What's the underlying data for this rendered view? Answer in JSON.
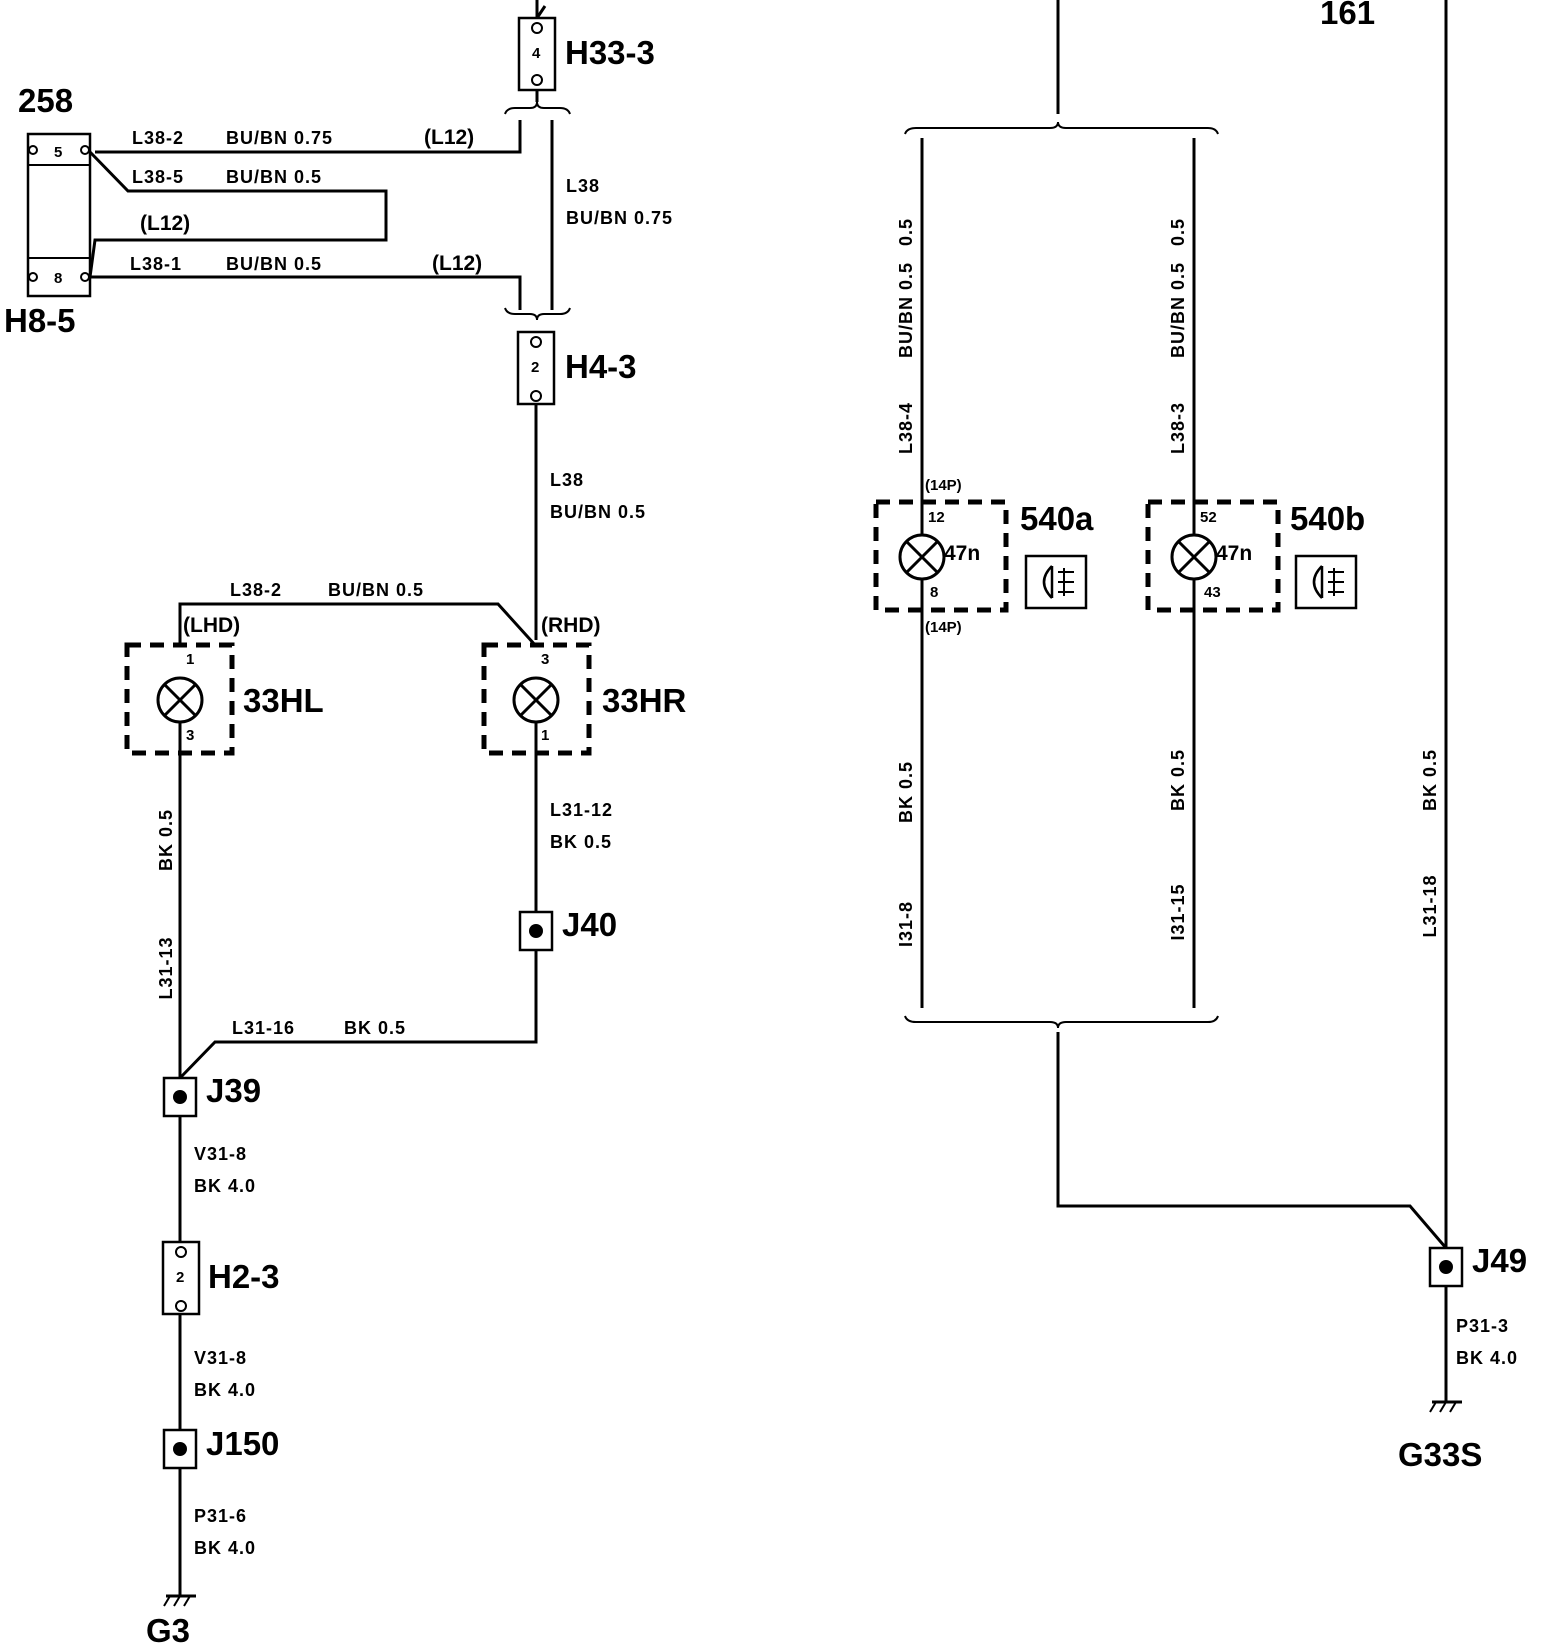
{
  "components": {
    "c258": "258",
    "h8_5": "H8-5",
    "h8_5_pin5": "5",
    "h8_5_pin8": "8",
    "h33_3": "H33-3",
    "h33_3_pin": "4",
    "h4_3": "H4-3",
    "h4_3_pin": "2",
    "h2_3": "H2-3",
    "h2_3_pin": "2",
    "lamp_33hl": "33HL",
    "lamp_33hr": "33HR",
    "lhd": "(LHD)",
    "rhd": "(RHD)",
    "hl_pin_top": "1",
    "hl_pin_bot": "3",
    "hr_pin_top": "3",
    "hr_pin_bot": "1",
    "j39": "J39",
    "j40": "J40",
    "j150": "J150",
    "j49": "J49",
    "g3": "G3",
    "g33s": "G33S",
    "c161": "161",
    "lamp_540a": "540a",
    "lamp_540b": "540b",
    "a_pin_top": "12",
    "a_pin_bot": "8",
    "a_res": "47n",
    "a_14p_top": "(14P)",
    "a_14p_bot": "(14P)",
    "b_pin_top": "52",
    "b_pin_bot": "43",
    "b_res": "47n"
  },
  "wires": {
    "l38_2_top": "L38-2",
    "l38_2_top_spec": "BU/BN 0.75",
    "l12_a": "(L12)",
    "l38_5": "L38-5",
    "l38_5_spec": "BU/BN 0.5",
    "l12_b": "(L12)",
    "l38_1": "L38-1",
    "l38_1_spec": "BU/BN 0.5",
    "l12_c": "(L12)",
    "l38_mid": "L38",
    "l38_mid_spec": "BU/BN 0.75",
    "l38_low": "L38",
    "l38_low_spec": "BU/BN 0.5",
    "l38_2_low": "L38-2",
    "l38_2_low_spec": "BU/BN 0.5",
    "l31_12": "L31-12",
    "l31_12_spec": "BK 0.5",
    "l31_13": "L31-13",
    "l31_13_spec": "BK 0.5",
    "l31_16": "L31-16",
    "l31_16_spec": "BK 0.5",
    "v31_8_a": "V31-8",
    "v31_8_a_spec": "BK 4.0",
    "v31_8_b": "V31-8",
    "v31_8_b_spec": "BK 4.0",
    "p31_6": "P31-6",
    "p31_6_spec": "BK 4.0",
    "p31_3": "P31-3",
    "p31_3_spec": "BK 4.0",
    "l38_4": "L38-4",
    "l38_4_spec": "BU/BN 0.5",
    "l38_3": "L38-3",
    "l38_3_spec": "BU/BN 0.5",
    "i31_8": "I31-8",
    "i31_8_spec": "BK 0.5",
    "i31_15": "I31-15",
    "i31_15_spec": "BK 0.5",
    "l31_18": "L31-18",
    "l31_18_spec": "BK 0.5"
  }
}
